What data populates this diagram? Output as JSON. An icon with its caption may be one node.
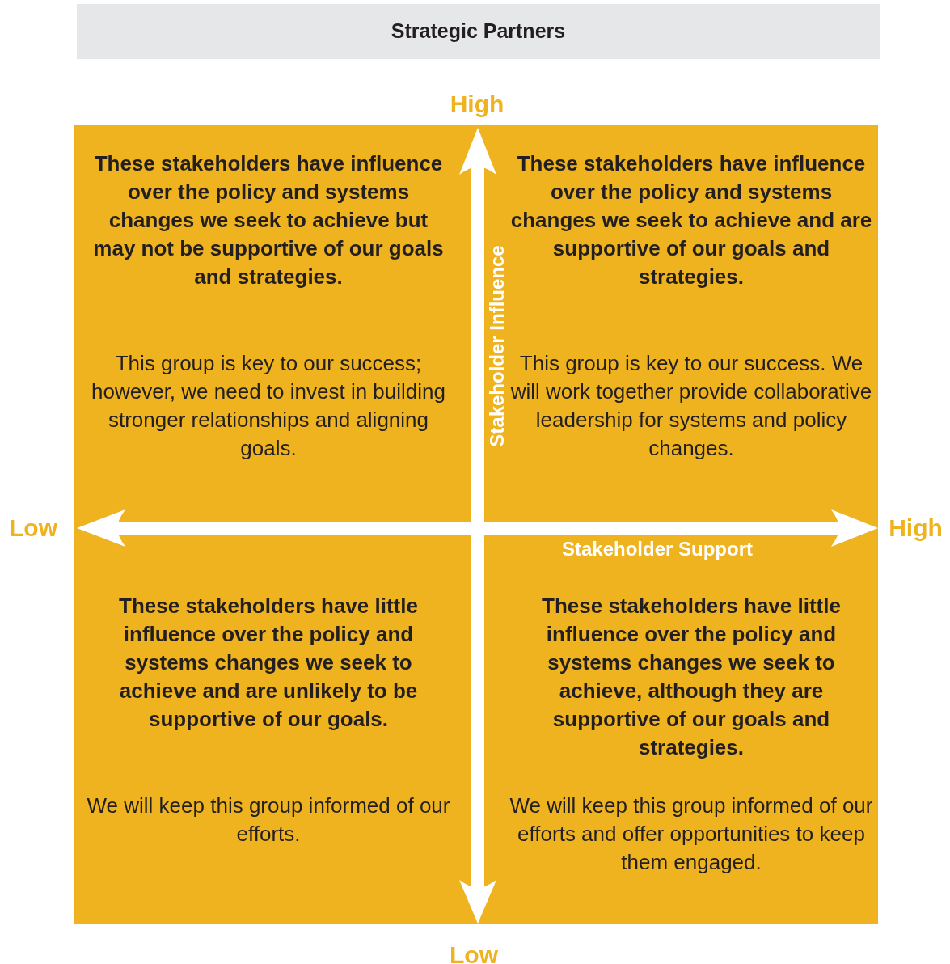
{
  "diagram": {
    "title": "Strategic Partners",
    "nodes": [
      {
        "text": [
          "These stakeholders have influence over the policy and systems changes we seek to achieve but may not be supportive of our goals and strategies.",
          "This group is key to our success; however, we need to invest in building stronger relationships and aligning goals."
        ]
      },
      {
        "text": [
          "These stakeholders have influence over the policy and systems changes we seek to achieve and are supportive of our goals and strategies.",
          "This group is key to our success. We will work together provide collaborative leadership for systems and policy changes."
        ]
      },
      {
        "text": [
          "These stakeholders have little influence over the policy and systems changes we seek to achieve and are unlikely to be supportive of our goals.",
          "We will keep this group informed of our efforts."
        ]
      },
      {
        "text": [
          "These stakeholders have little influence over the policy and systems changes we seek to achieve, although they are supportive of our goals and strategies.",
          "We will keep this group informed of our efforts and offer opportunities to keep them engaged."
        ]
      }
    ],
    "labels": [
      "High",
      "Stakeholder Influence",
      "Low",
      "High",
      "Stakeholder Support",
      "Low"
    ]
  }
}
